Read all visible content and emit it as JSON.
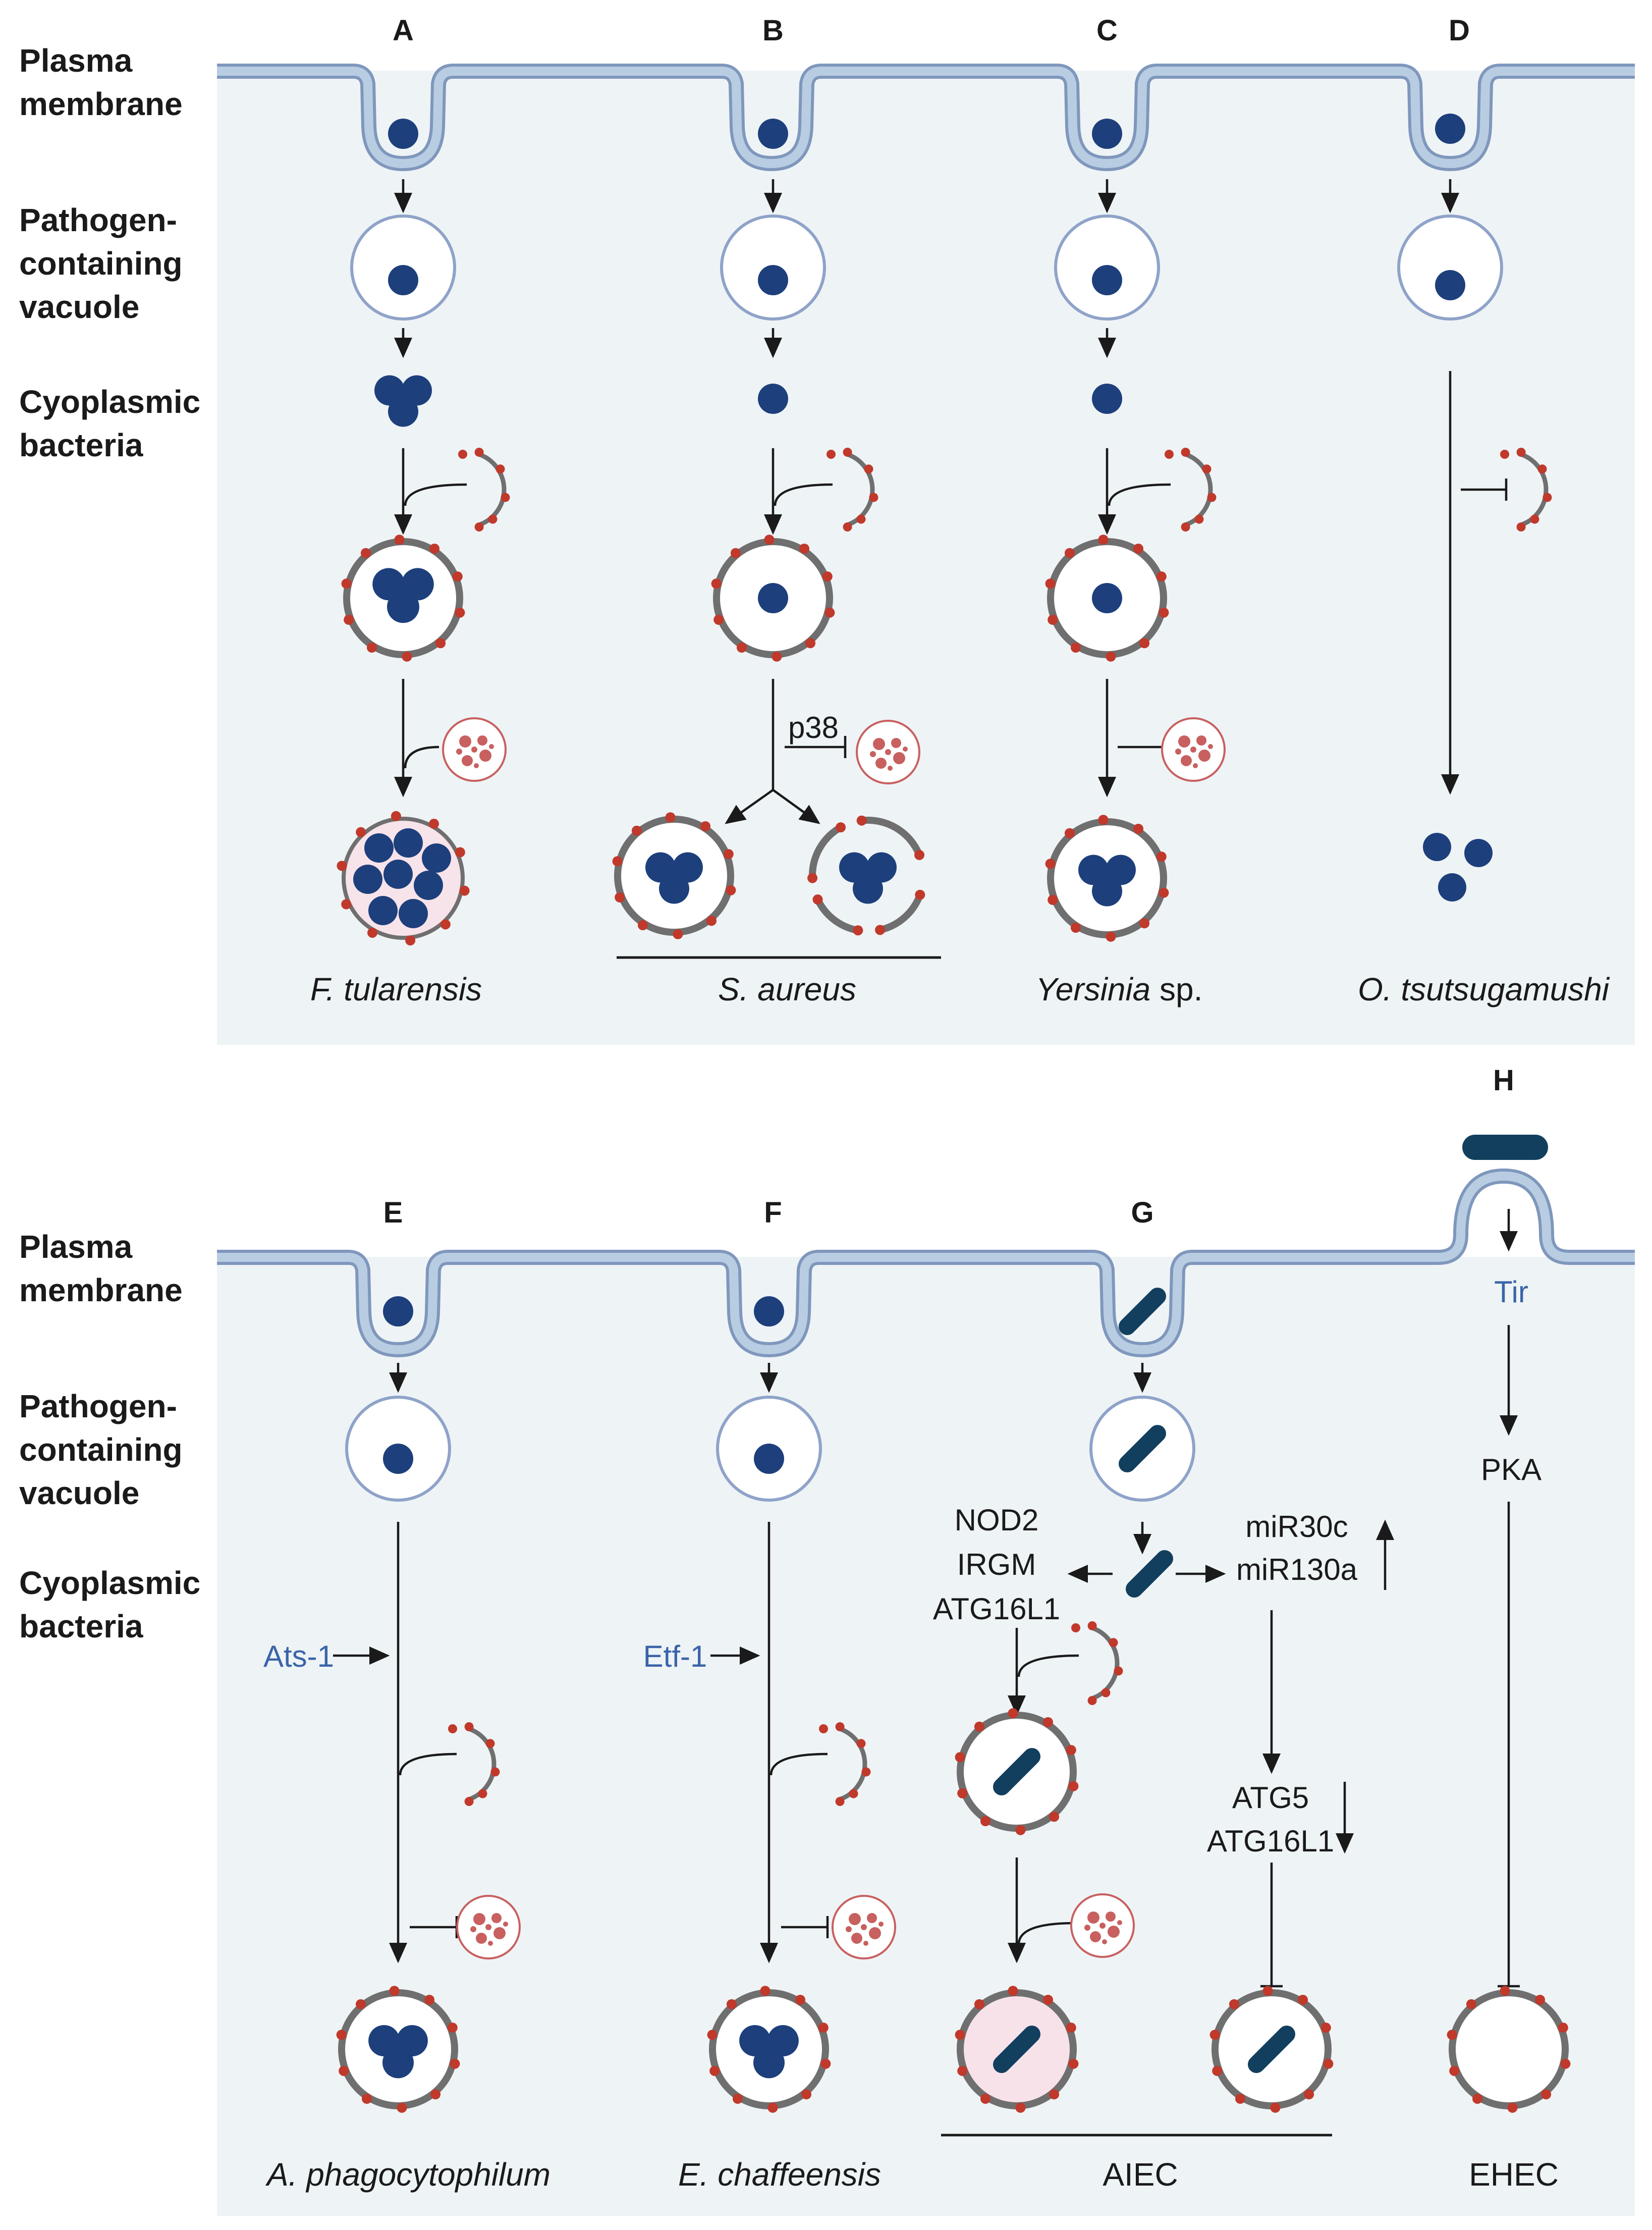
{
  "row_labels": {
    "top": [
      "Plasma\nmembrane",
      "Pathogen-\ncontaining\nvacuole",
      "Cyoplasmic\nbacteria"
    ],
    "bottom": [
      "Plasma\nmembrane",
      "Pathogen-\ncontaining\nvacuole",
      "Cyoplasmic\nbacteria"
    ]
  },
  "panels": {
    "A": {
      "letter": "A",
      "species": "F. tularensis"
    },
    "B": {
      "letter": "B",
      "species": "S. aureus",
      "mediator": "p38"
    },
    "C": {
      "letter": "C",
      "species_italic": "Yersinia",
      "species_suffix": " sp."
    },
    "D": {
      "letter": "D",
      "species": "O. tsutsugamushi"
    },
    "E": {
      "letter": "E",
      "species": "A. phagocytophilum",
      "effector": "Ats-1"
    },
    "F": {
      "letter": "F",
      "species": "E. chaffeensis",
      "effector": "Etf-1"
    },
    "G": {
      "letter": "G",
      "species": "AIEC",
      "left_genes": [
        "NOD2",
        "IRGM",
        "ATG16L1"
      ],
      "right_genes": [
        "miR30c",
        "miR130a"
      ],
      "down_genes": [
        "ATG5",
        "ATG16L1"
      ]
    },
    "H": {
      "letter": "H",
      "species": "EHEC",
      "effector": "Tir",
      "kinase": "PKA"
    }
  },
  "colors": {
    "background_panel": "#eef3f6",
    "membrane_fill": "#b9cde2",
    "membrane_stroke": "#7f97bc",
    "bacterium": "#1d3f7c",
    "rod_bacterium": "#123f5e",
    "autophagosome_ring": "#6f6f6f",
    "lc3_dots": "#c0392b",
    "lysosome": "#c86060",
    "effector_text": "#3a64a8"
  }
}
